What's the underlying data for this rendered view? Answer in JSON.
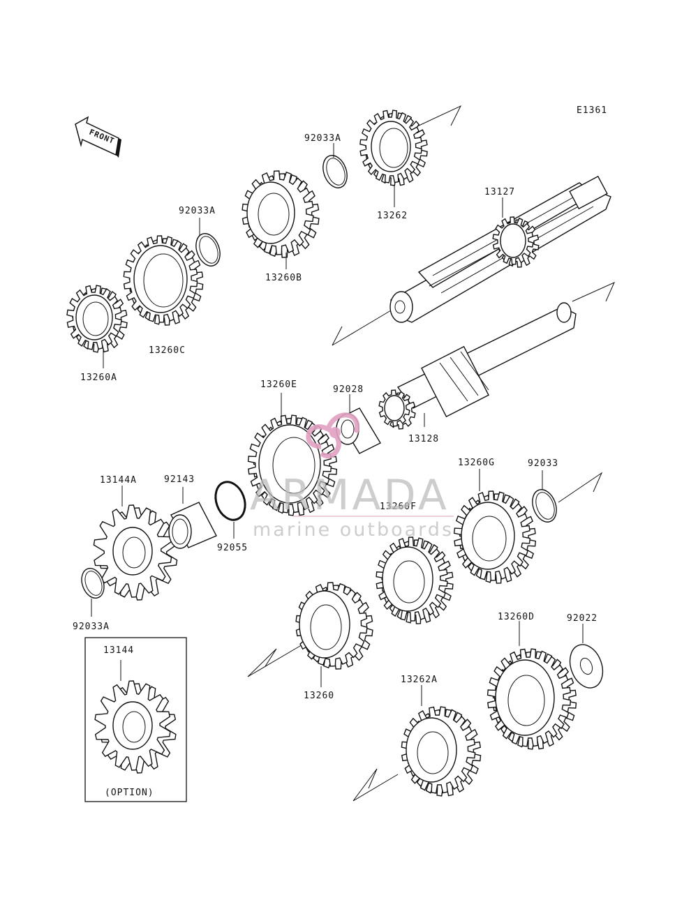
{
  "diagram_code": "E1361",
  "front_label": "FRONT",
  "option_label": "(OPTION)",
  "watermark": {
    "brand": "ARMADA",
    "tagline": "marine outboards"
  },
  "labels": {
    "p92033A_top": "92033A",
    "p13262": "13262",
    "p13127": "13127",
    "p92033A_mid": "92033A",
    "p13260B": "13260B",
    "p13260C": "13260C",
    "p13260A": "13260A",
    "p13260E": "13260E",
    "p92028": "92028",
    "p13128": "13128",
    "p13144A": "13144A",
    "p92143": "92143",
    "p92055": "92055",
    "p13260F": "13260F",
    "p13260G": "13260G",
    "p92033": "92033",
    "p92033A_low": "92033A",
    "p13144": "13144",
    "p13260": "13260",
    "p13260D": "13260D",
    "p92022": "92022",
    "p13262A": "13262A"
  }
}
